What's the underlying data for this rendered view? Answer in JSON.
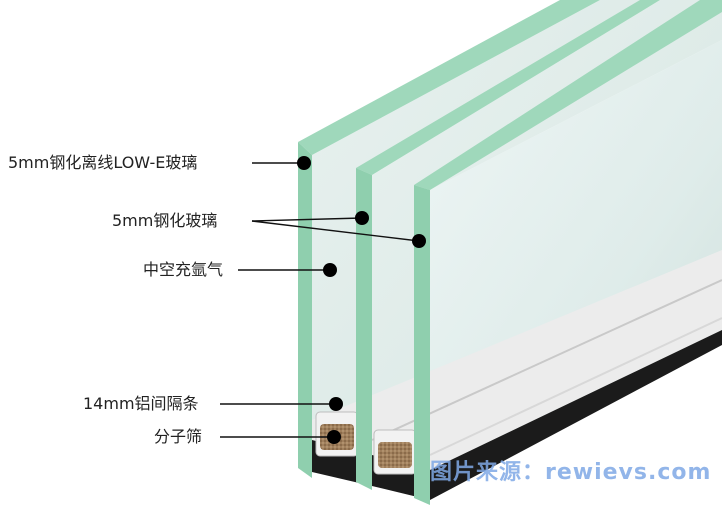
{
  "labels": {
    "low_e": "5mm钢化离线LOW-E玻璃",
    "tempered": "5mm钢化玻璃",
    "argon": "中空充氩气",
    "spacer": "14mm铝间隔条",
    "sieve": "分子筛"
  },
  "watermark": "图片来源：rewievs.com",
  "colors": {
    "glass_edge": "#8fcfae",
    "glass_face": "#dcebe6",
    "spacer": "#e9e9e9",
    "sealant": "#1b1b1b",
    "sieve": "#9c7b5a",
    "marker": "#000000"
  }
}
